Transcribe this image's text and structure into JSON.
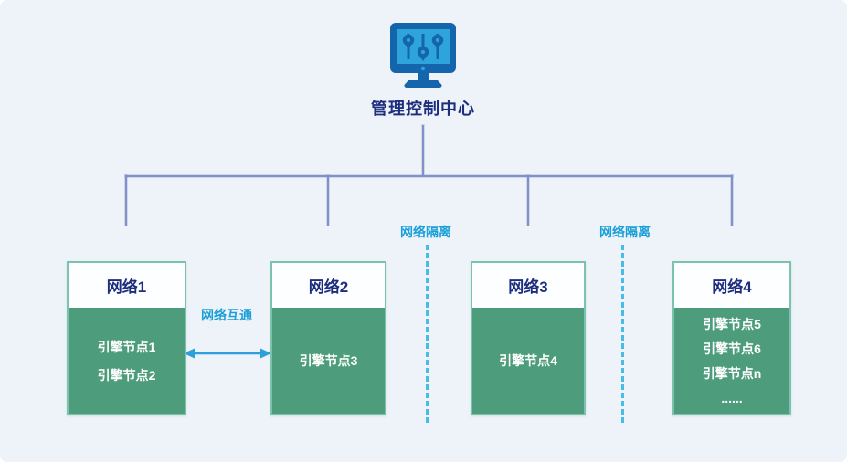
{
  "control_center": {
    "title": "管理控制中心"
  },
  "connections": {
    "interconnect_label": "网络互通",
    "isolation_label_1": "网络隔离",
    "isolation_label_2": "网络隔离"
  },
  "networks": [
    {
      "label": "网络1",
      "nodes": [
        "引擎节点1",
        "引擎节点2"
      ]
    },
    {
      "label": "网络2",
      "nodes": [
        "引擎节点3"
      ]
    },
    {
      "label": "网络3",
      "nodes": [
        "引擎节点4"
      ]
    },
    {
      "label": "网络4",
      "nodes": [
        "引擎节点5",
        "引擎节点6",
        "引擎节点n",
        "......"
      ]
    }
  ],
  "icons": {
    "control_center_icon": "monitor-with-sliders-icon"
  },
  "colors": {
    "background": "#edf3f9",
    "box_body_green": "#4d9d7c",
    "box_border_teal": "#7cc2ac",
    "header_text_navy": "#1e2e7e",
    "tree_line_slate": "#8191c9",
    "annotation_cyan": "#1b9fd8",
    "dashed_line_cyan": "#45bde8",
    "arrow_blue": "#2d9fdb",
    "monitor_frame_blue": "#1565ad",
    "monitor_screen_blue": "#2da4dc"
  }
}
